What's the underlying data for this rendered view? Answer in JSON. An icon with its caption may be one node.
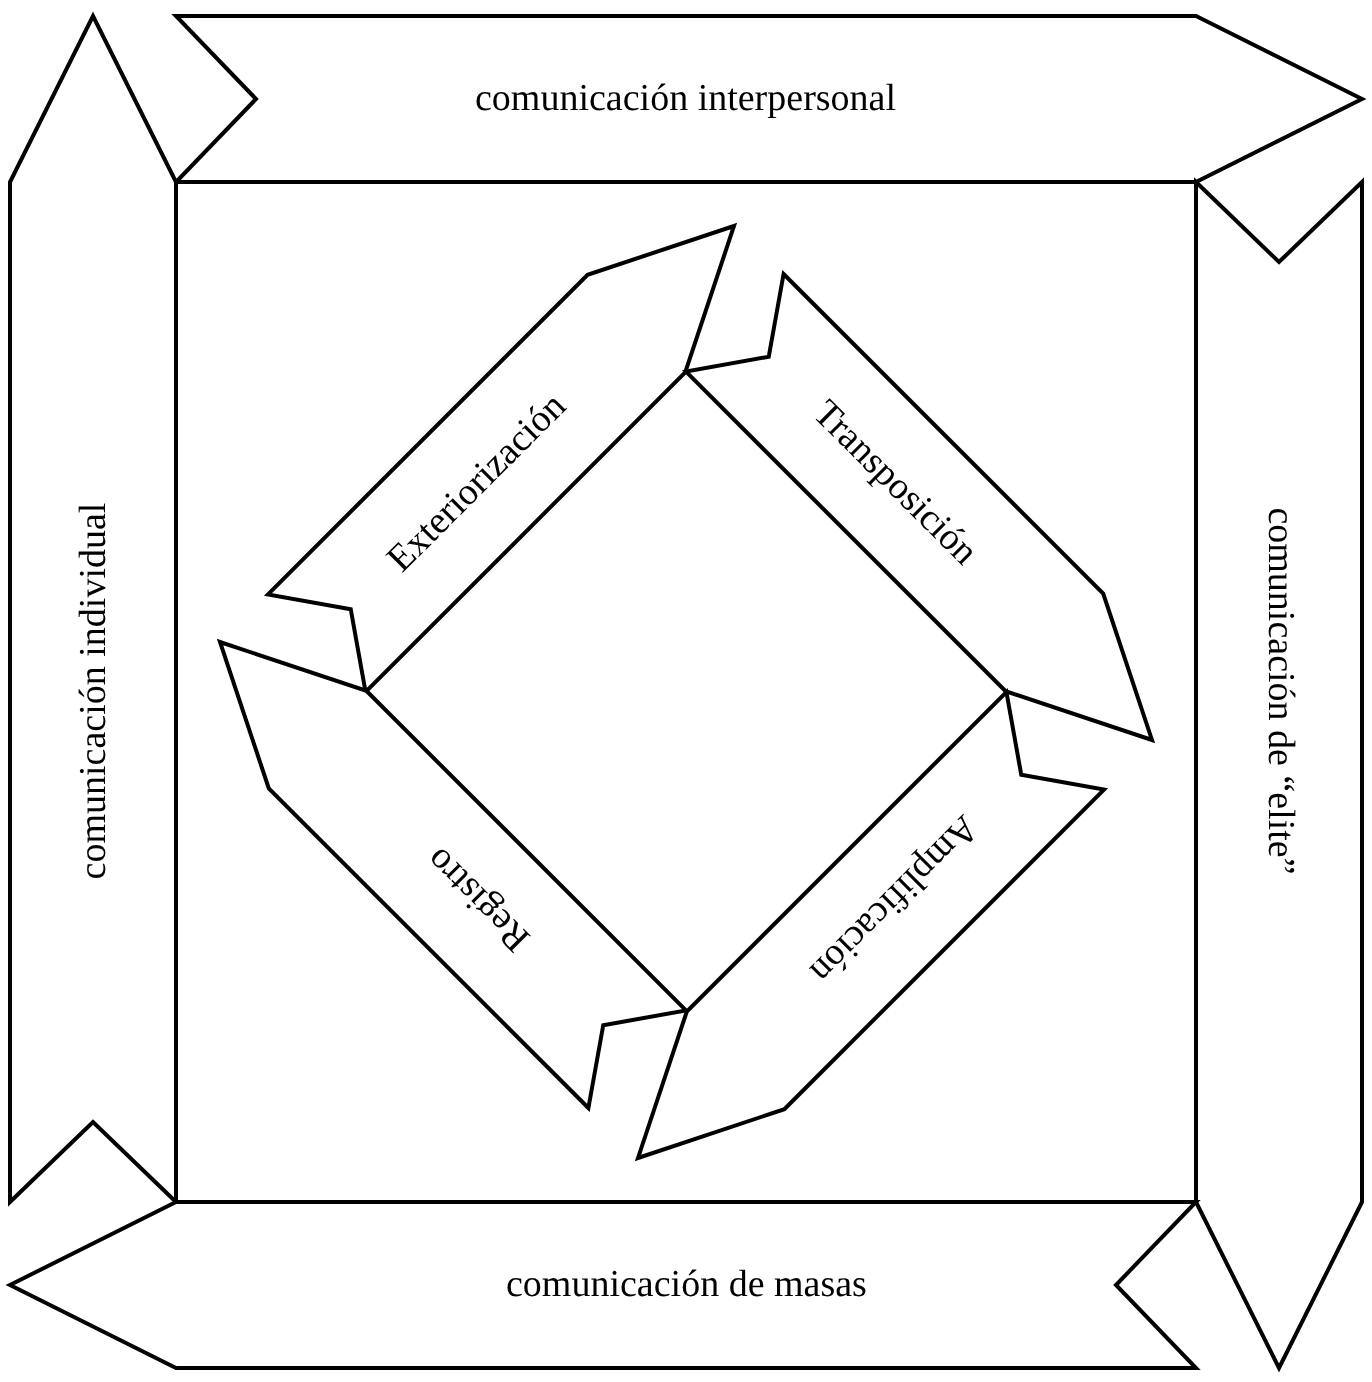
{
  "diagram": {
    "nodes": [
      {
        "text": [
          "comunicación interpersonal"
        ]
      },
      {
        "text": [
          "comunicación individual"
        ]
      },
      {
        "text": [
          "Exteriorización"
        ]
      },
      {
        "text": [
          "Transposición"
        ]
      },
      {
        "text": [
          "comunicación de “elite”"
        ]
      },
      {
        "text": [
          "Registro"
        ]
      },
      {
        "text": [
          "Amplificación"
        ]
      },
      {
        "text": [
          "comunicación de masas"
        ]
      }
    ]
  }
}
